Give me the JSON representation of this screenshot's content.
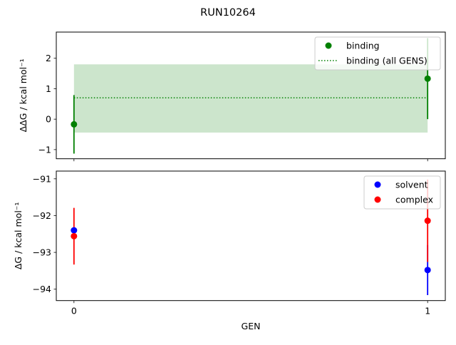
{
  "title": "RUN10264",
  "chart_data": [
    {
      "type": "scatter",
      "xlabel": "",
      "ylabel": "ΔΔG / kcal mol⁻¹",
      "xlim": [
        -0.05,
        1.05
      ],
      "ylim": [
        -1.3,
        2.86
      ],
      "xticks": [
        "0",
        "1"
      ],
      "xtick_values": [
        0,
        1
      ],
      "yticks": [
        -1,
        0,
        1,
        2
      ],
      "grid": false,
      "legend_position": "top-right",
      "series": [
        {
          "name": "binding",
          "kind": "errorbar",
          "color": "#008000",
          "x": [
            0,
            1
          ],
          "y": [
            -0.17,
            1.33
          ],
          "yerr": [
            0.96,
            1.33
          ]
        },
        {
          "name": "binding (all GENS)",
          "kind": "hline-band",
          "color": "#008000",
          "band_color": "#cce5cc",
          "x": [
            0,
            1
          ],
          "y": 0.7,
          "band": [
            -0.44,
            1.8
          ]
        }
      ]
    },
    {
      "type": "scatter",
      "xlabel": "GEN",
      "ylabel": "ΔG / kcal mol⁻¹",
      "xlim": [
        -0.05,
        1.05
      ],
      "ylim": [
        -94.31,
        -90.79
      ],
      "xticks": [
        "0",
        "1"
      ],
      "xtick_values": [
        0,
        1
      ],
      "yticks": [
        -94,
        -93,
        -92,
        -91
      ],
      "grid": false,
      "legend_position": "top-right",
      "series": [
        {
          "name": "solvent",
          "kind": "errorbar",
          "color": "#0000ff",
          "x": [
            0,
            1
          ],
          "y": [
            -92.4,
            -93.48
          ],
          "yerr": [
            0.05,
            0.68
          ]
        },
        {
          "name": "complex",
          "kind": "errorbar",
          "color": "#ff0000",
          "x": [
            0,
            1
          ],
          "y": [
            -92.56,
            -92.14
          ],
          "yerr": [
            0.77,
            1.12
          ]
        }
      ]
    }
  ]
}
